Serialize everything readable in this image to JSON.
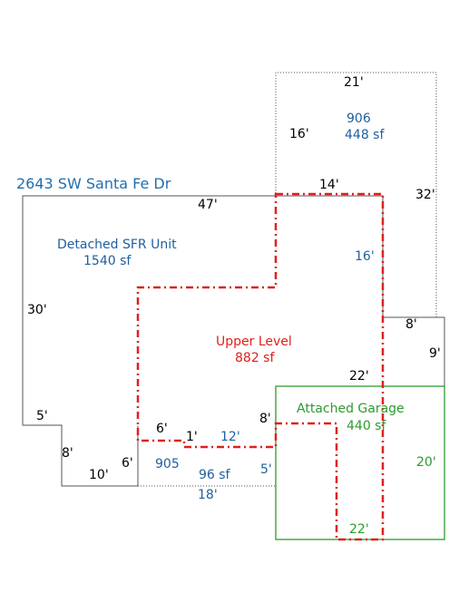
{
  "address": "2643 SW Santa Fe Dr",
  "colors": {
    "black": "#000000",
    "blue": "#1f5f9f",
    "address_blue": "#1f6fb0",
    "green": "#2e9a2e",
    "red": "#e0201c",
    "dotted": "#555555"
  },
  "areas": {
    "upper_area": {
      "code": "906",
      "sqft": "448 sf"
    },
    "sfr": {
      "name": "Detached SFR Unit",
      "sqft": "1540 sf"
    },
    "upper_level": {
      "name": "Upper Level",
      "sqft": "882 sf"
    },
    "garage": {
      "name": "Attached Garage",
      "sqft": "440 sf"
    },
    "small_area": {
      "code": "905",
      "sqft": "96 sf"
    }
  },
  "dimensions": {
    "d21": "21'",
    "d16_upper": "16'",
    "d14": "14'",
    "d32": "32'",
    "d47": "47'",
    "d16_right": "16'",
    "d30": "30'",
    "d8_step": "8'",
    "d9": "9'",
    "d22_top": "22'",
    "d5_left": "5'",
    "d8_left": "8'",
    "d10": "10'",
    "d6_bottom": "6'",
    "d6_step": "6'",
    "d1": "1'",
    "d12": "12'",
    "d8_garage": "8'",
    "d5_small": "5'",
    "d18": "18'",
    "d20": "20'",
    "d22_bottom": "22'"
  }
}
